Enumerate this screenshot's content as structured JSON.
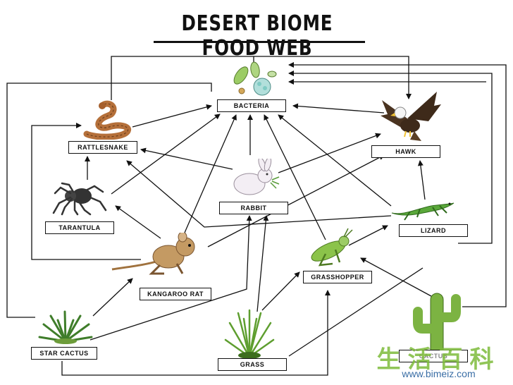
{
  "title": "DESERT BIOME FOOD WEB",
  "nodes": {
    "bacteria": "BACTERIA",
    "rattlesnake": "RATTLESNAKE",
    "hawk": "HAWK",
    "rabbit": "RABBIT",
    "tarantula": "TARANTULA",
    "lizard": "LIZARD",
    "kangaroo_rat": "KANGAROO RAT",
    "grasshopper": "GRASSHOPPER",
    "star_cactus": "STAR CACTUS",
    "grass": "GRASS",
    "cactus": "CACTUS"
  },
  "watermark": {
    "chinese": "生活百科",
    "url": "www.bimeiz.com"
  }
}
